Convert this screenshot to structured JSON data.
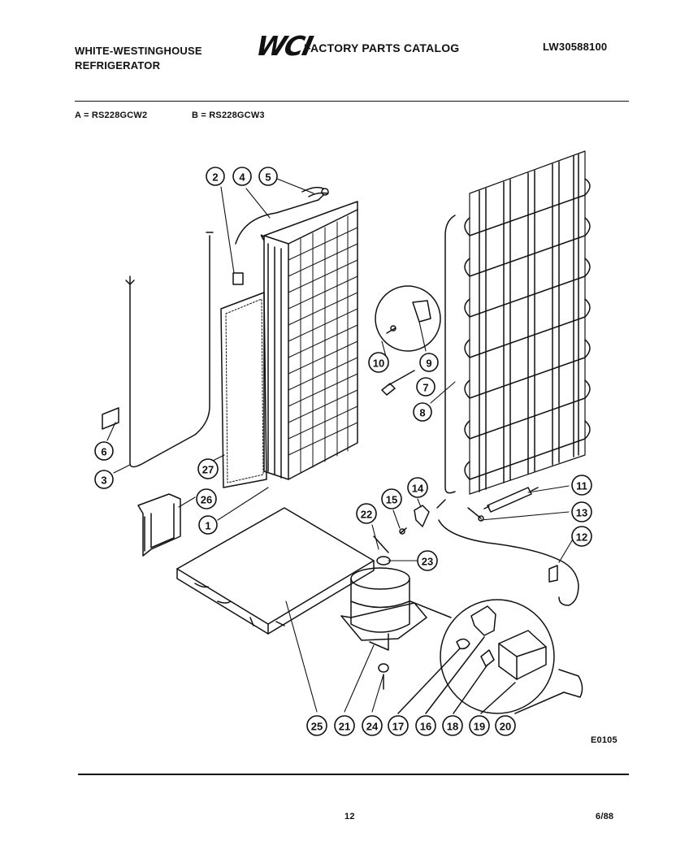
{
  "header": {
    "brand_line1": "WHITE-WESTINGHOUSE",
    "brand_line2": "REFRIGERATOR",
    "logo": "WCI",
    "catalog_title": "FACTORY PARTS CATALOG",
    "doc_number": "LW30588100"
  },
  "models": {
    "a": "A = RS228GCW2",
    "b": "B = RS228GCW3"
  },
  "callouts": [
    "1",
    "2",
    "3",
    "4",
    "5",
    "6",
    "7",
    "8",
    "9",
    "10",
    "11",
    "12",
    "13",
    "14",
    "15",
    "16",
    "17",
    "18",
    "19",
    "20",
    "21",
    "22",
    "23",
    "24",
    "25",
    "26",
    "27"
  ],
  "footer": {
    "diagram_code": "E0105",
    "page_number": "12",
    "revision_date": "6/88"
  }
}
